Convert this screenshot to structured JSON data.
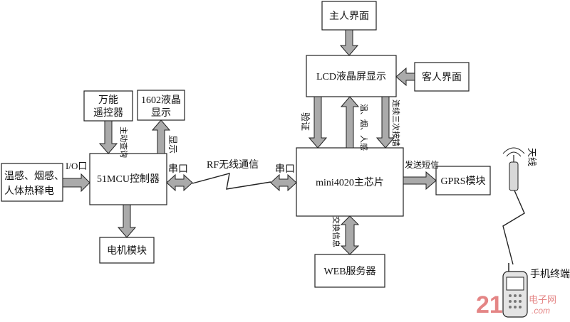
{
  "nodes": {
    "sensors_line1": "温感、烟感、",
    "sensors_line2": "人体热释电",
    "remote_line1": "万能",
    "remote_line2": "遥控器",
    "lcd1602_line1": "1602液晶",
    "lcd1602_line2": "显示",
    "mcu": "51MCU控制器",
    "motor": "电机模块",
    "master_ui": "主人界面",
    "lcd_display": "LCD液晶屏显示",
    "guest_ui": "客人界面",
    "mini4020": "mini4020主芯片",
    "gprs": "GPRS模块",
    "web": "WEB服务器",
    "antenna": "天线",
    "phone": "手机终端"
  },
  "labels": {
    "io_port": "I/O口",
    "active_query": "主动查询",
    "display": "显示",
    "serial_left": "串口",
    "rf_link": "RF无线通信",
    "serial_right": "串口",
    "verify": "验证",
    "sensor_status": "温、烟、人感",
    "three_errors": "连续三次按错",
    "send_sms": "发送短信",
    "exchange_info": "交换信息"
  },
  "watermark": {
    "number": "21",
    "site_cn": "电子网",
    "site_en": ".com"
  },
  "colors": {
    "line": "#222222",
    "arrow_fill": "#aaaaaa",
    "watermark": "#e07070"
  }
}
